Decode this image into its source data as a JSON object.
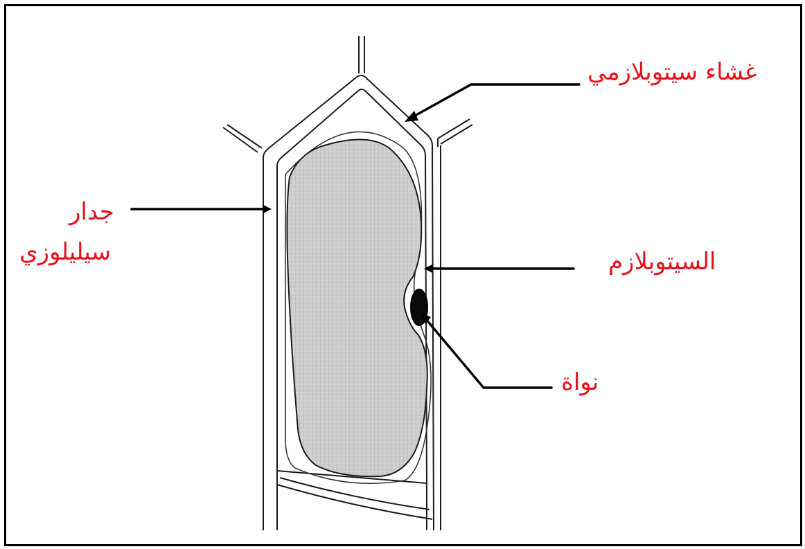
{
  "labels": {
    "plasma_membrane": "غشاء سيتوبلازمي",
    "cell_wall_line1": "جدار",
    "cell_wall_line2": "سيليلوزي",
    "cytoplasm": "السيتوبلازم",
    "nucleus": "نواة"
  },
  "colors": {
    "label": "#e8101a",
    "line": "#000000",
    "vacuole_fill": "#c9c9c9",
    "background": "#ffffff"
  }
}
